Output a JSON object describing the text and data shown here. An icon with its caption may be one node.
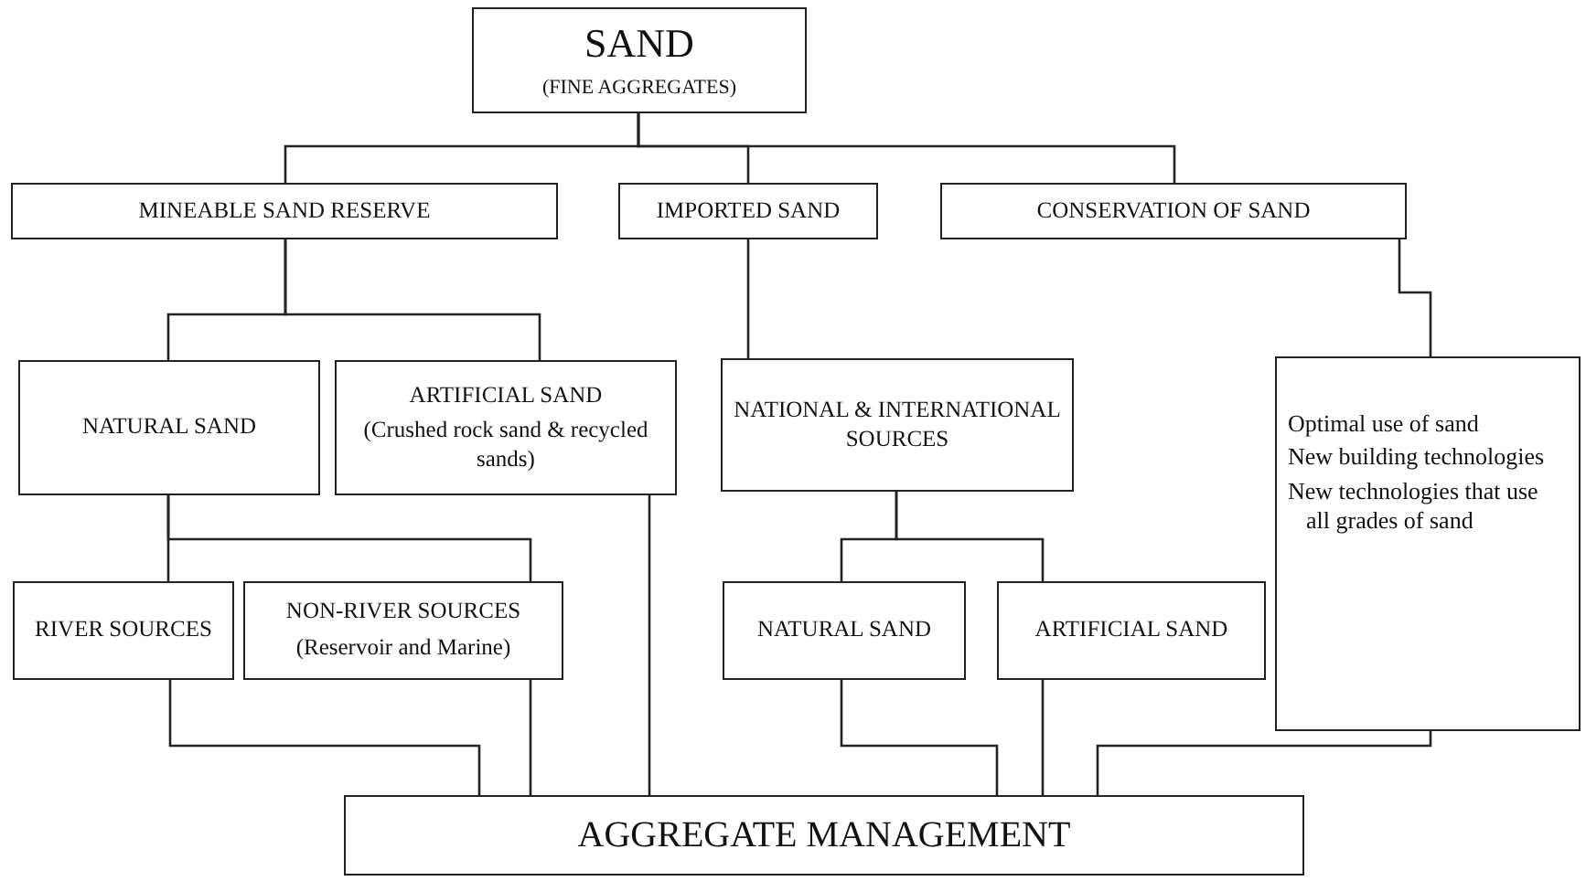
{
  "diagram": {
    "nodes": [
      {
        "text": [
          "SAND",
          "(FINE AGGREGATES)"
        ]
      },
      {
        "text": [
          "MINEABLE SAND RESERVE"
        ]
      },
      {
        "text": [
          "IMPORTED SAND"
        ]
      },
      {
        "text": [
          "CONSERVATION OF SAND"
        ]
      },
      {
        "text": [
          "NATURAL SAND"
        ]
      },
      {
        "text": [
          "ARTIFICIAL SAND",
          "(Crushed rock sand & recycled sands)"
        ]
      },
      {
        "text": [
          "NATIONAL & INTERNATIONAL SOURCES"
        ]
      },
      {
        "text": [
          "Optimal use of sand",
          "New building technologies",
          "New technologies that use all grades of sand"
        ]
      },
      {
        "text": [
          "RIVER SOURCES"
        ]
      },
      {
        "text": [
          "NON-RIVER SOURCES",
          "(Reservoir and Marine)"
        ]
      },
      {
        "text": [
          "NATURAL SAND"
        ]
      },
      {
        "text": [
          "ARTIFICIAL SAND"
        ]
      },
      {
        "text": [
          "AGGREGATE MANAGEMENT"
        ]
      }
    ],
    "edges": [
      {
        "from": 0,
        "to": 1,
        "arrow": "none"
      },
      {
        "from": 0,
        "to": 2,
        "arrow": "none"
      },
      {
        "from": 0,
        "to": 3,
        "arrow": "none"
      },
      {
        "from": 1,
        "to": 4,
        "arrow": "none"
      },
      {
        "from": 1,
        "to": 5,
        "arrow": "none"
      },
      {
        "from": 2,
        "to": 6,
        "arrow": "none"
      },
      {
        "from": 3,
        "to": 7,
        "arrow": "none"
      },
      {
        "from": 4,
        "to": 8,
        "arrow": "none"
      },
      {
        "from": 4,
        "to": 9,
        "arrow": "none"
      },
      {
        "from": 6,
        "to": 10,
        "arrow": "none"
      },
      {
        "from": 6,
        "to": 11,
        "arrow": "none"
      },
      {
        "from": 8,
        "to": 12,
        "arrow": "none"
      },
      {
        "from": 9,
        "to": 12,
        "arrow": "none"
      },
      {
        "from": 5,
        "to": 12,
        "arrow": "none"
      },
      {
        "from": 10,
        "to": 12,
        "arrow": "none"
      },
      {
        "from": 11,
        "to": 12,
        "arrow": "none"
      },
      {
        "from": 7,
        "to": 12,
        "arrow": "none"
      }
    ]
  }
}
